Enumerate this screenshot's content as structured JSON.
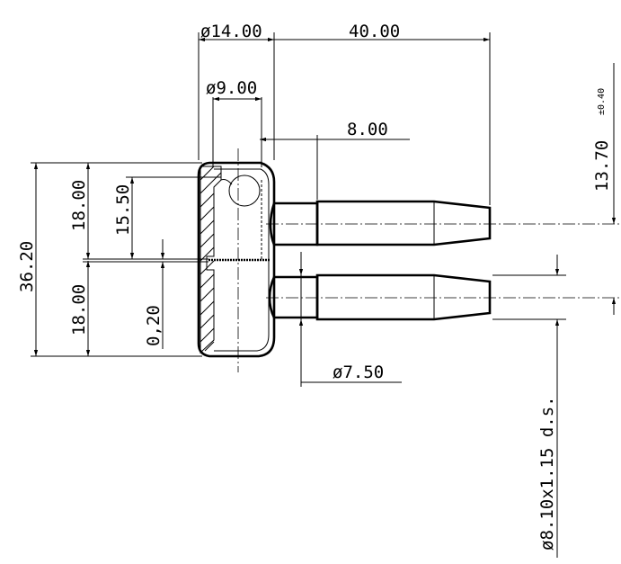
{
  "dimensions": {
    "d14": "ø14.00",
    "len40": "40.00",
    "d9": "ø9.00",
    "len8": "8.00",
    "h13_70": "13.70",
    "h13_70_tol": "±0.40",
    "h36_20": "36.20",
    "h18_top": "18.00",
    "h15_50": "15.50",
    "h18_bottom": "18.00",
    "gap0_20": "0,20",
    "d7_50": "ø7.50",
    "d8_10": "ø8.10x1.15 d.s."
  },
  "colors": {
    "line": "#000000",
    "background": "#ffffff"
  }
}
